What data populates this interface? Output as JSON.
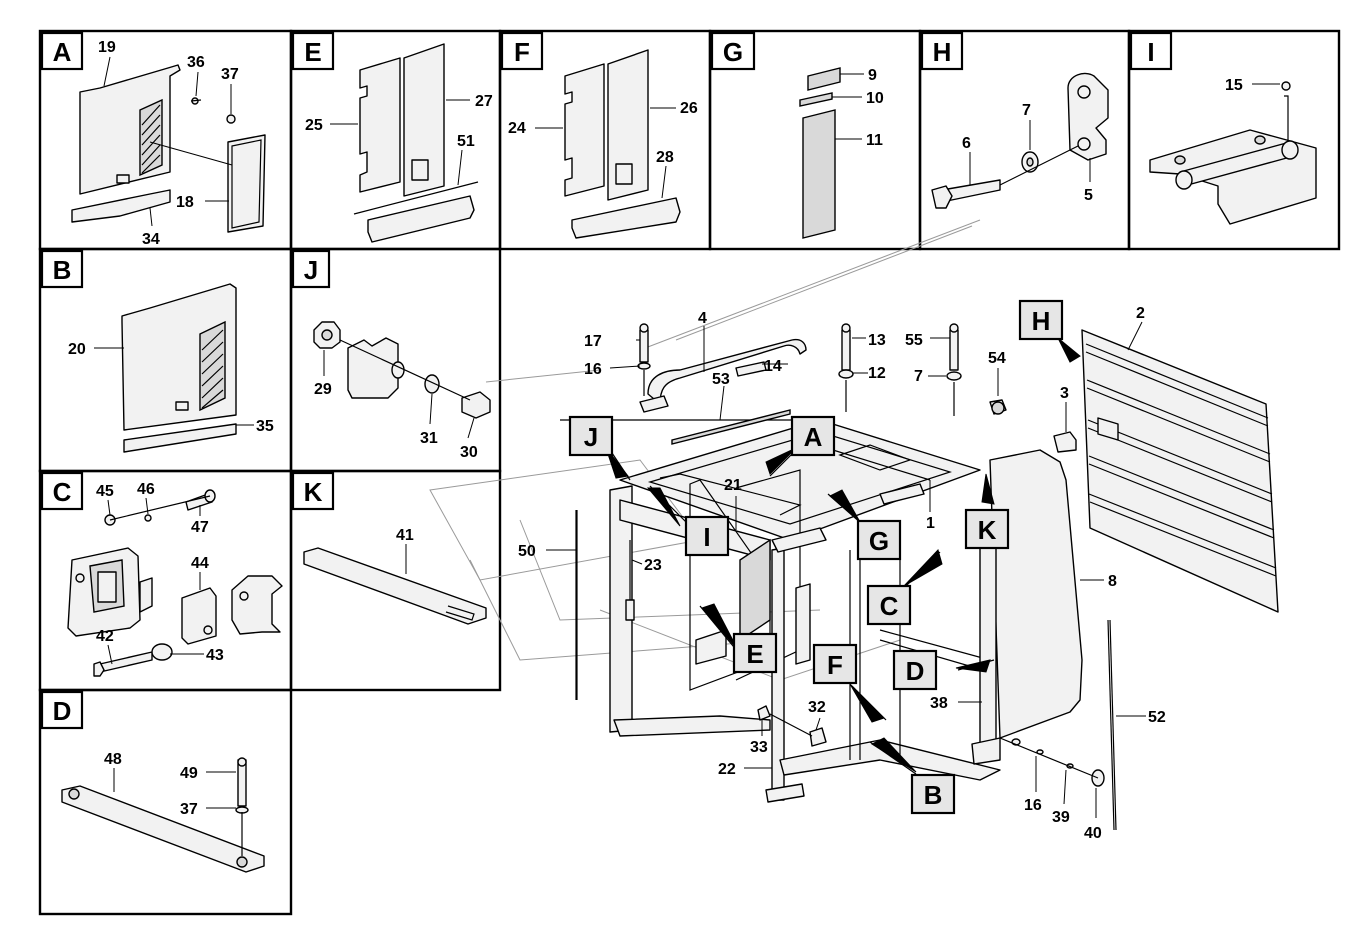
{
  "panels": [
    {
      "letter": "A"
    },
    {
      "letter": "E"
    },
    {
      "letter": "F"
    },
    {
      "letter": "G"
    },
    {
      "letter": "H"
    },
    {
      "letter": "I"
    },
    {
      "letter": "B"
    },
    {
      "letter": "J"
    },
    {
      "letter": "C"
    },
    {
      "letter": "K"
    },
    {
      "letter": "D"
    }
  ],
  "callouts_main": [
    "H",
    "J",
    "A",
    "I",
    "G",
    "K",
    "C",
    "E",
    "F",
    "D",
    "B"
  ],
  "parts": {
    "p1": "1",
    "p2": "2",
    "p3": "3",
    "p4": "4",
    "p5": "5",
    "p6": "6",
    "p7": "7",
    "p8": "8",
    "p9": "9",
    "p10": "10",
    "p11": "11",
    "p12": "12",
    "p13": "13",
    "p14": "14",
    "p15": "15",
    "p16": "16",
    "p17": "17",
    "p18": "18",
    "p19": "19",
    "p20": "20",
    "p21": "21",
    "p22": "22",
    "p23": "23",
    "p24": "24",
    "p25": "25",
    "p26": "26",
    "p27": "27",
    "p28": "28",
    "p29": "29",
    "p30": "30",
    "p31": "31",
    "p32": "32",
    "p33": "33",
    "p34": "34",
    "p35": "35",
    "p36": "36",
    "p37": "37",
    "p38": "38",
    "p39": "39",
    "p40": "40",
    "p41": "41",
    "p42": "42",
    "p43": "43",
    "p44": "44",
    "p45": "45",
    "p46": "46",
    "p47": "47",
    "p48": "48",
    "p49": "49",
    "p50": "50",
    "p51": "51",
    "p52": "52",
    "p53": "53",
    "p54": "54",
    "p55": "55"
  }
}
